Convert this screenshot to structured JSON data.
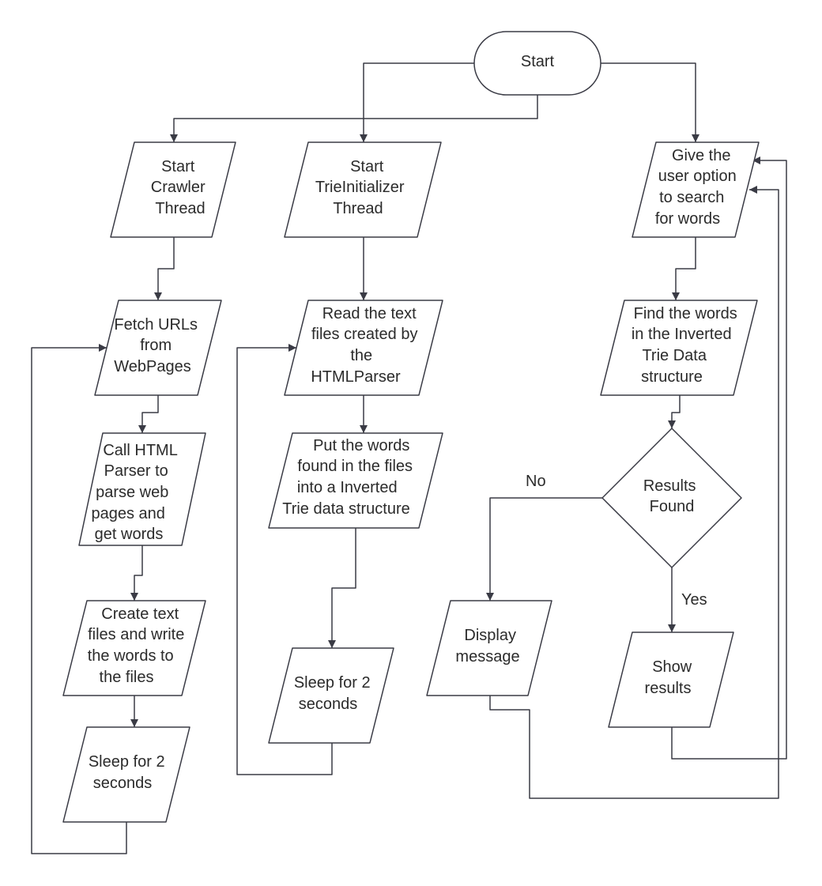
{
  "nodes": {
    "start": {
      "lines": [
        "Start"
      ]
    },
    "start_crawler": {
      "lines": [
        "Start",
        "Crawler",
        "Thread"
      ]
    },
    "start_trie": {
      "lines": [
        "Start",
        "TrieInitializer",
        "Thread"
      ]
    },
    "give_option": {
      "lines": [
        "Give the",
        "user option",
        "to search",
        "for words"
      ]
    },
    "fetch_urls": {
      "lines": [
        "Fetch URLs",
        "from",
        "WebPages"
      ]
    },
    "read_files": {
      "lines": [
        "Read the text",
        "files created by",
        "the",
        "HTMLParser"
      ]
    },
    "find_words": {
      "lines": [
        "Find the words",
        "in the Inverted",
        "Trie Data",
        "structure"
      ]
    },
    "call_parser": {
      "lines": [
        "Call HTML",
        "Parser to",
        "parse web",
        "pages and",
        "get words"
      ]
    },
    "put_words": {
      "lines": [
        "Put the words",
        "found in the files",
        "into a  Inverted",
        "Trie data structure"
      ]
    },
    "results_found": {
      "lines": [
        "Results",
        "Found"
      ]
    },
    "create_files": {
      "lines": [
        "Create text",
        "files and write",
        "the words to",
        "the files"
      ]
    },
    "display_message": {
      "lines": [
        "Display",
        "message"
      ]
    },
    "show_results": {
      "lines": [
        "Show",
        "results"
      ]
    },
    "sleep_trie": {
      "lines": [
        "Sleep for 2",
        "seconds"
      ]
    },
    "sleep_crawler": {
      "lines": [
        "Sleep for 2",
        "seconds"
      ]
    }
  },
  "edge_labels": {
    "no": "No",
    "yes": "Yes"
  },
  "colors": {
    "stroke": "#3a3b45",
    "text": "#2b2b2b",
    "background": "#ffffff"
  }
}
